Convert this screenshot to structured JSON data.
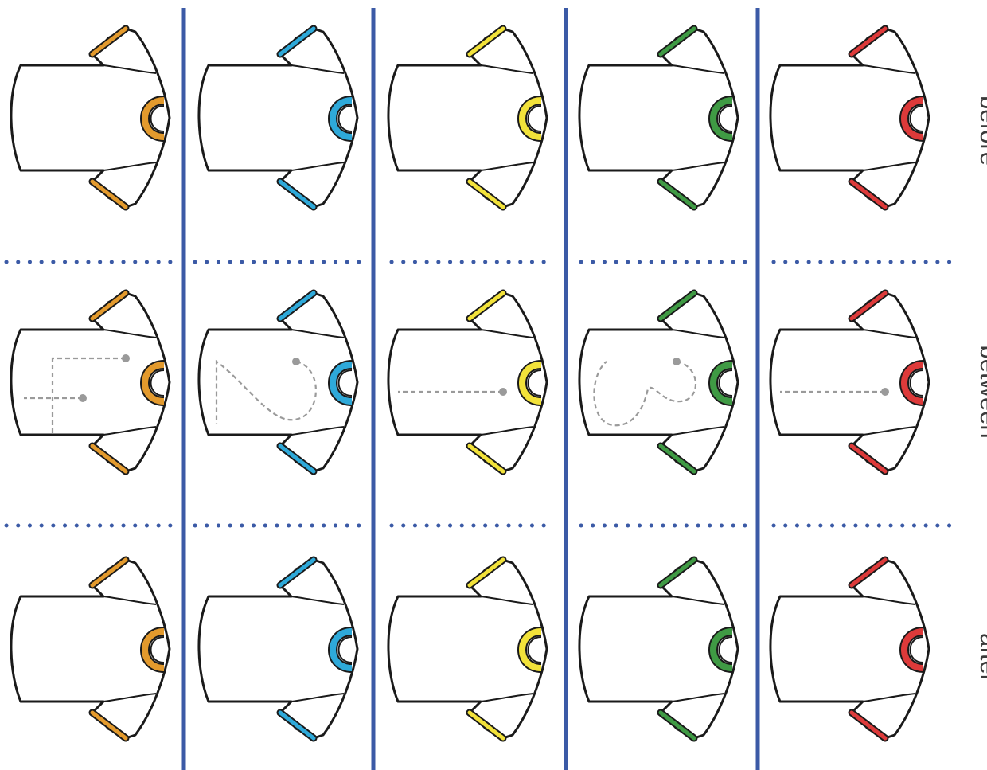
{
  "row_labels": {
    "before": "before",
    "between": "between",
    "after": "after"
  },
  "colors": {
    "divider_blue": "#3b5aa6",
    "dotted_blue": "#3b5aa6",
    "outline": "#1a1a1a",
    "guide_gray": "#9a9a9a"
  },
  "columns": [
    {
      "color": "#e39a2d",
      "between_number": "4"
    },
    {
      "color": "#2ea9d9",
      "between_number": "2"
    },
    {
      "color": "#f2e23a",
      "between_number": "1"
    },
    {
      "color": "#3f9a44",
      "between_number": "3"
    },
    {
      "color": "#dd3a3a",
      "between_number": "1"
    }
  ],
  "rows": [
    "before",
    "between",
    "after"
  ]
}
